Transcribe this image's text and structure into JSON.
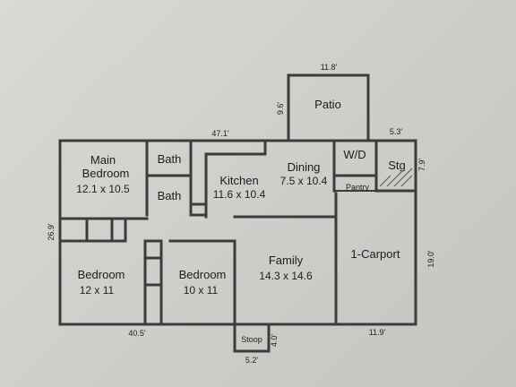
{
  "rooms": {
    "main_bedroom": {
      "name_line1": "Main",
      "name_line2": "Bedroom",
      "size": "12.1 x 10.5"
    },
    "bath_upper": {
      "name": "Bath"
    },
    "bath_lower": {
      "name": "Bath"
    },
    "kitchen": {
      "name": "Kitchen",
      "size": "11.6 x 10.4"
    },
    "dining": {
      "name": "Dining",
      "size": "7.5 x 10.4"
    },
    "wd": {
      "name": "W/D"
    },
    "pantry": {
      "name": "Pantry"
    },
    "stg": {
      "name": "Stg"
    },
    "patio": {
      "name": "Patio"
    },
    "bedroom_left": {
      "name": "Bedroom",
      "size": "12 x 11"
    },
    "bedroom_mid": {
      "name": "Bedroom",
      "size": "10 x 11"
    },
    "family": {
      "name": "Family",
      "size": "14.3 x 14.6"
    },
    "carport": {
      "name": "1-Carport"
    },
    "stoop": {
      "name": "Stoop"
    }
  },
  "dimensions": {
    "patio_width": "11.8'",
    "patio_depth": "9.6'",
    "house_top": "47.1'",
    "stg_width": "5.3'",
    "stg_depth": "7.9'",
    "house_depth": "26.9'",
    "carport_depth": "19.0'",
    "house_bottom": "40.5'",
    "carport_width": "11.9'",
    "stoop_depth": "4.0'",
    "stoop_width": "5.2'"
  }
}
